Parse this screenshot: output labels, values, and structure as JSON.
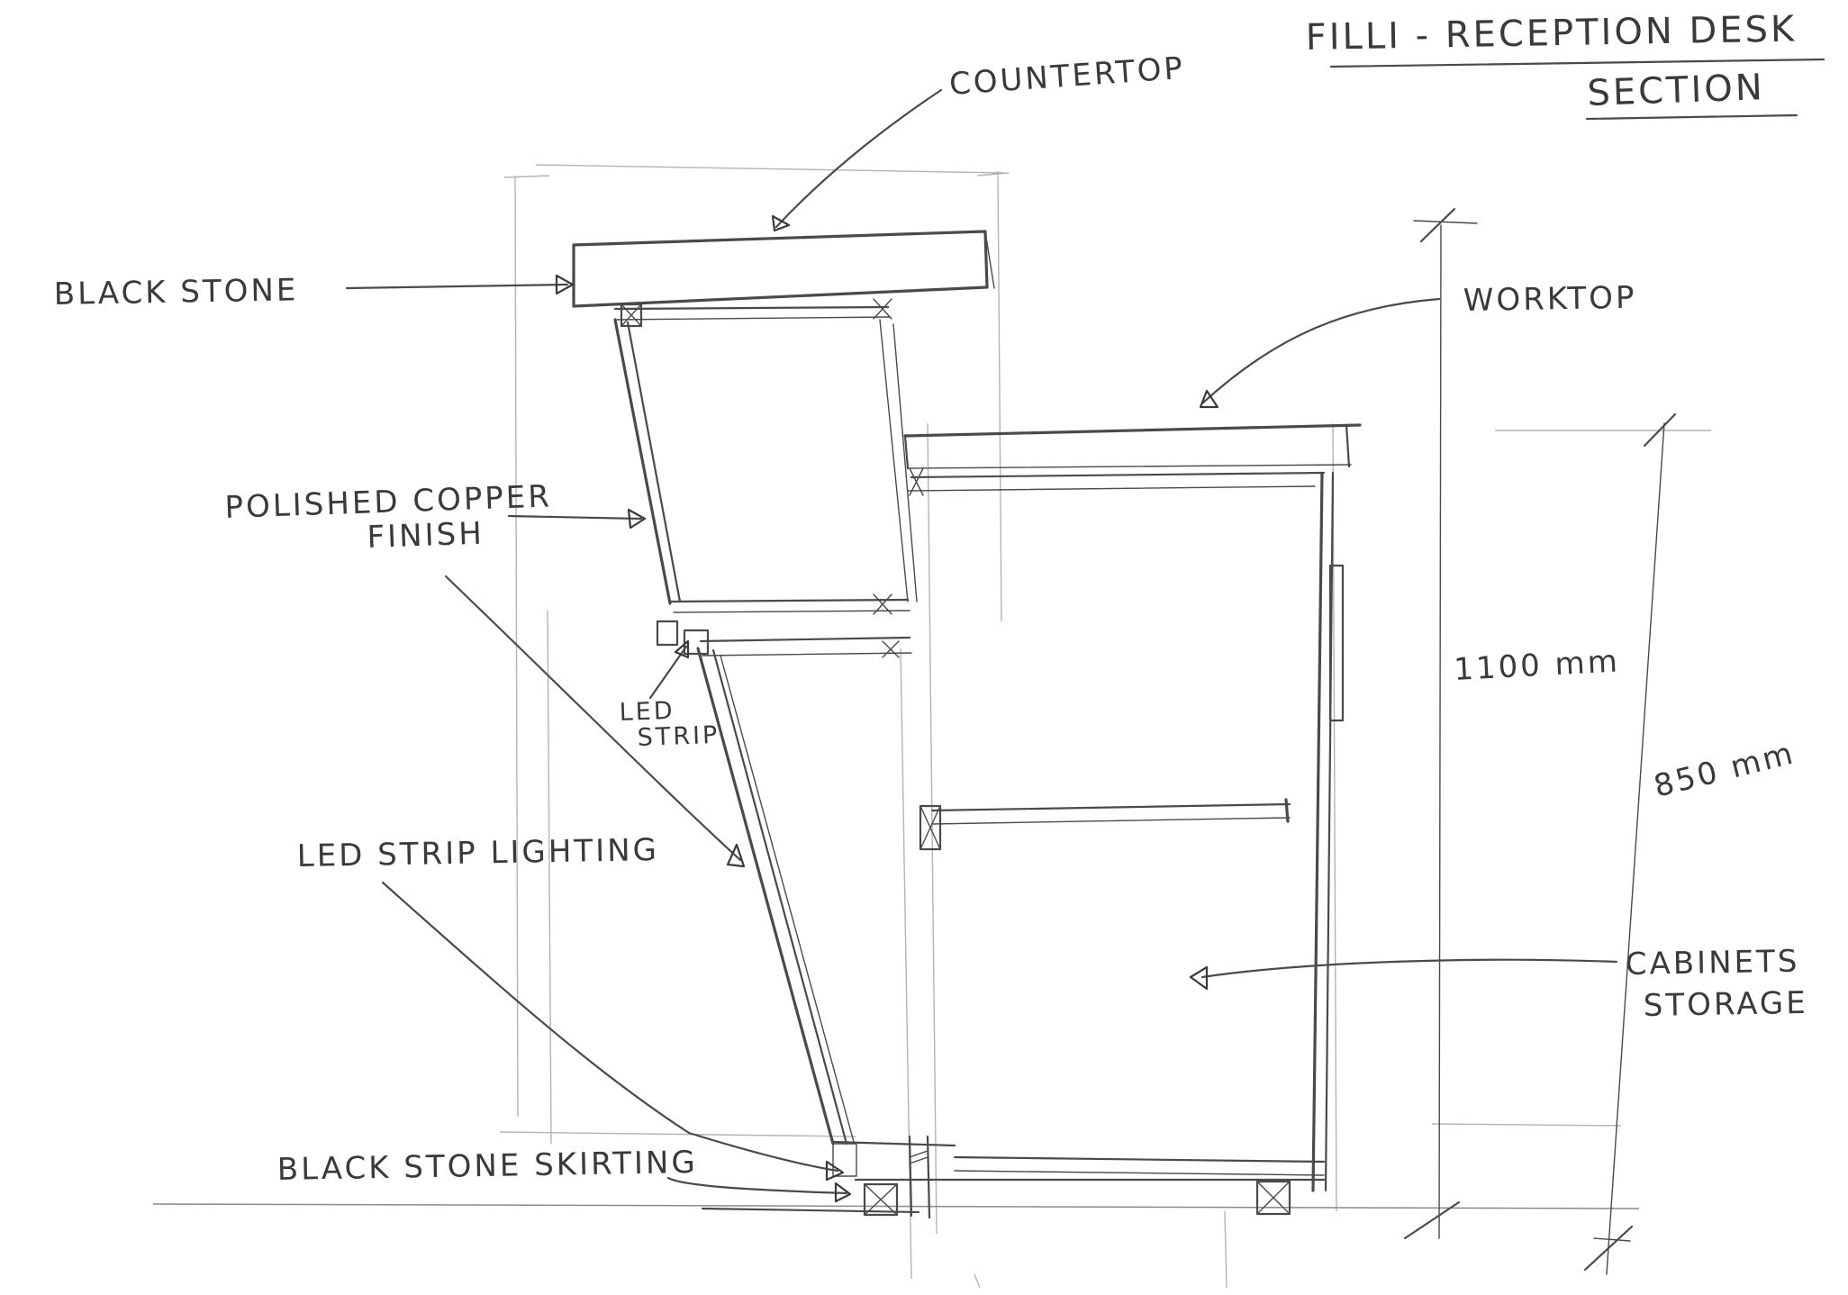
{
  "title": {
    "line1": "FILLI - RECEPTION DESK",
    "line2": "SECTION"
  },
  "labels": {
    "countertop": "COUNTERTOP",
    "black_stone": "BLACK STONE",
    "worktop": "WORKTOP",
    "polished_copper_1": "POLISHED COPPER",
    "polished_copper_2": "FINISH",
    "led_strip_1": "LED",
    "led_strip_2": "STRIP",
    "led_strip_lighting": "LED STRIP LIGHTING",
    "black_stone_skirting": "BLACK STONE SKIRTING",
    "cabinets_1": "CABINETS",
    "cabinets_2": "STORAGE"
  },
  "dimensions": {
    "counter_height": "1100 mm",
    "worktop_height": "850 mm"
  }
}
